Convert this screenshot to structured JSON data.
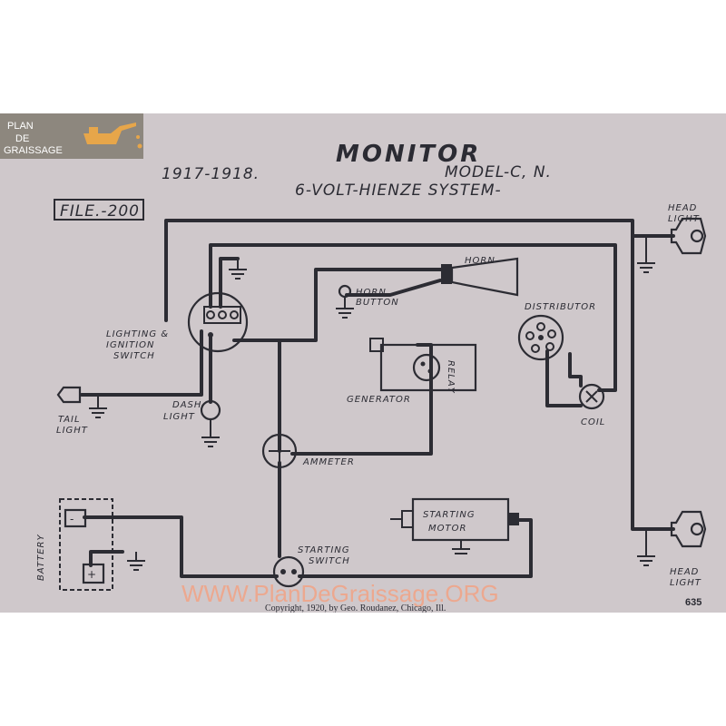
{
  "logo": {
    "line1": "PLAN",
    "line2": "DE",
    "line3": "GRAISSAGE",
    "icon": "oil-can-icon"
  },
  "header": {
    "title": "MONITOR",
    "years": "1917-1918.",
    "model": "MODEL-C, N.",
    "system": "6-VOLT-HIENZE SYSTEM-",
    "file": "FILE.-200"
  },
  "labels": {
    "head_light_top_1": "HEAD",
    "head_light_top_2": "LIGHT",
    "horn": "HORN",
    "horn_button_1": "HORN",
    "horn_button_2": "BUTTON",
    "distributor": "DISTRIBUTOR",
    "switch_1": "LIGHTING &",
    "switch_2": "IGNITION",
    "switch_3": "SWITCH",
    "relay": "RELAY",
    "generator": "GENERATOR",
    "tail_1": "TAIL",
    "tail_2": "LIGHT",
    "dash_1": "DASH",
    "dash_2": "LIGHT",
    "coil": "COIL",
    "ammeter": "AMMETER",
    "starting_motor_1": "STARTING",
    "starting_motor_2": "MOTOR",
    "battery": "BATTERY",
    "starting_switch_1": "STARTING",
    "starting_switch_2": "SWITCH",
    "head_light_bottom_1": "HEAD",
    "head_light_bottom_2": "LIGHT"
  },
  "footer": {
    "copyright": "Copyright, 1920, by Geo. Roudanez, Chicago, Ill.",
    "page": "635",
    "watermark": "WWW.PlanDeGraissage.ORG"
  },
  "colors": {
    "paper": "#cfc8cb",
    "ink": "#2c2c33",
    "logo_bg": "#8d877e",
    "watermark": "#f2a385"
  }
}
